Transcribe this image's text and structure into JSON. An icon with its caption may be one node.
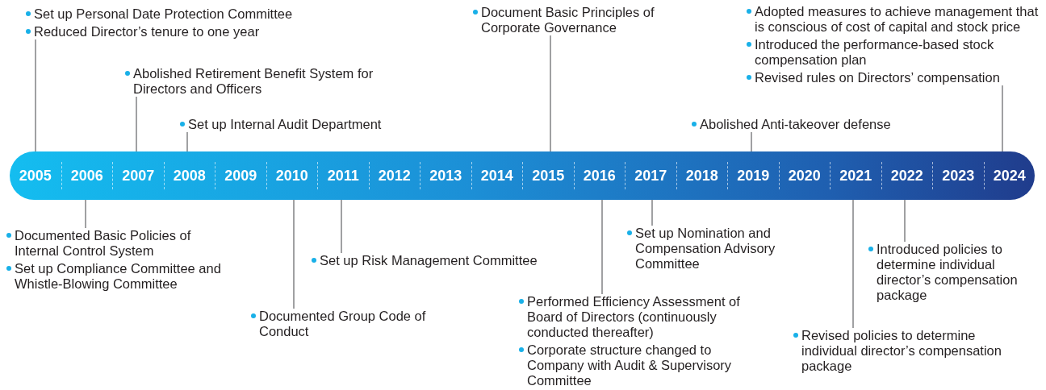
{
  "diagram": {
    "nodes": [
      {
        "text": [],
        "shape": "bar"
      },
      {
        "text": [
          "2005"
        ],
        "in": 0
      },
      {
        "text": [
          "2006"
        ],
        "in": 0
      },
      {
        "text": [
          "2007"
        ],
        "in": 0
      },
      {
        "text": [
          "2008"
        ],
        "in": 0
      },
      {
        "text": [
          "2009"
        ],
        "in": 0
      },
      {
        "text": [
          "2010"
        ],
        "in": 0
      },
      {
        "text": [
          "2011"
        ],
        "in": 0
      },
      {
        "text": [
          "2012"
        ],
        "in": 0
      },
      {
        "text": [
          "2013"
        ],
        "in": 0
      },
      {
        "text": [
          "2014"
        ],
        "in": 0
      },
      {
        "text": [
          "2015"
        ],
        "in": 0
      },
      {
        "text": [
          "2016"
        ],
        "in": 0
      },
      {
        "text": [
          "2017"
        ],
        "in": 0
      },
      {
        "text": [
          "2018"
        ],
        "in": 0
      },
      {
        "text": [
          "2019"
        ],
        "in": 0
      },
      {
        "text": [
          "2020"
        ],
        "in": 0
      },
      {
        "text": [
          "2021"
        ],
        "in": 0
      },
      {
        "text": [
          "2022"
        ],
        "in": 0
      },
      {
        "text": [
          "2023"
        ],
        "in": 0
      },
      {
        "text": [
          "2024"
        ],
        "in": 0
      },
      {
        "text": [
          "Set up Personal Date Protection Committee",
          "Reduced Director’s tenure to one year"
        ]
      },
      {
        "text": [
          "Abolished Retirement Benefit System for Directors and Officers"
        ]
      },
      {
        "text": [
          "Set up Internal Audit Department"
        ]
      },
      {
        "text": [
          "Document Basic Principles of Corporate Governance"
        ]
      },
      {
        "text": [
          "Abolished Anti-takeover defense"
        ]
      },
      {
        "text": [
          "Adopted measures to achieve management that is conscious of cost of capital and stock price",
          "Introduced the performance-based stock compensation plan",
          "Revised rules on Directors’ compensation"
        ]
      },
      {
        "text": [
          "Documented Basic Policies of Internal Control System",
          "Set up Compliance Committee and Whistle-Blowing Committee"
        ]
      },
      {
        "text": [
          "Documented Group Code of Conduct"
        ]
      },
      {
        "text": [
          "Set up Risk Management Committee"
        ]
      },
      {
        "text": [
          "Performed Efficiency Assessment of Board of Directors (continuously conducted thereafter)",
          "Corporate structure changed to Company with Audit & Supervisory Committee"
        ]
      },
      {
        "text": [
          "Set up Nomination and Compensation Advisory Committee"
        ]
      },
      {
        "text": [
          "Revised policies to determine individual director’s compensation package"
        ]
      },
      {
        "text": [
          "Introduced policies to determine individual director’s compensation package"
        ]
      }
    ],
    "edges": [
      {
        "from": 21,
        "to": 1,
        "arrow": "none"
      },
      {
        "from": 22,
        "to": 3,
        "arrow": "none"
      },
      {
        "from": 23,
        "to": 4,
        "arrow": "none"
      },
      {
        "from": 24,
        "to": 11,
        "arrow": "none"
      },
      {
        "from": 25,
        "to": 15,
        "arrow": "none"
      },
      {
        "from": 26,
        "to": 20,
        "arrow": "none"
      },
      {
        "from": 27,
        "to": 2,
        "arrow": "none"
      },
      {
        "from": 28,
        "to": 6,
        "arrow": "none"
      },
      {
        "from": 29,
        "to": 7,
        "arrow": "none"
      },
      {
        "from": 30,
        "to": 12,
        "arrow": "none"
      },
      {
        "from": 31,
        "to": 13,
        "arrow": "none"
      },
      {
        "from": 32,
        "to": 17,
        "arrow": "none"
      },
      {
        "from": 33,
        "to": 18,
        "arrow": "none"
      }
    ]
  }
}
